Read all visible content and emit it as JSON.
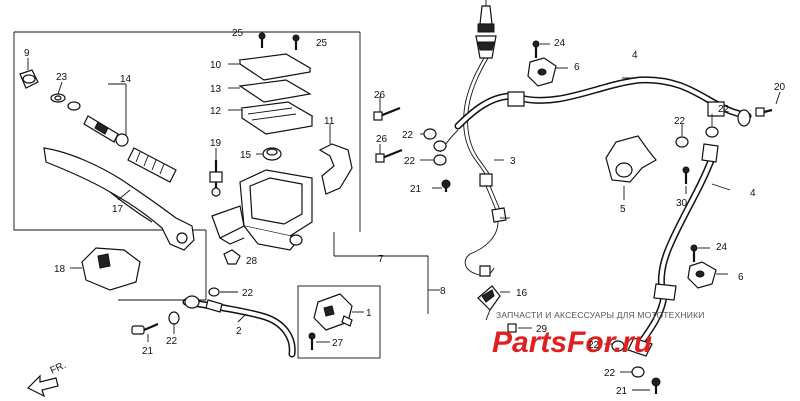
{
  "callouts": {
    "c9": "9",
    "c23": "23",
    "c14": "14",
    "c17": "17",
    "c18": "18",
    "c21a": "21",
    "c22a": "22",
    "c25a": "25",
    "c25b": "25",
    "c10": "10",
    "c13": "13",
    "c12": "12",
    "c19": "19",
    "c15": "15",
    "c11": "11",
    "c28": "28",
    "c7": "7",
    "c8": "8",
    "c22b": "22",
    "c2": "2",
    "c1": "1",
    "c27": "27",
    "c26a": "26",
    "c26b": "26",
    "c22c": "22",
    "c22d": "22",
    "c21b": "21",
    "c3": "3",
    "c24a": "24",
    "c6a": "6",
    "c4a": "4",
    "c20": "20",
    "c22e": "22",
    "c22f": "22",
    "c5": "5",
    "c30": "30",
    "c4b": "4",
    "c24b": "24",
    "c6b": "6",
    "c16": "16",
    "c29": "29",
    "c22g": "22",
    "c22h": "22",
    "c21c": "21"
  },
  "front_marker": "FR.",
  "watermark": {
    "text": "ЗАПЧАСТИ И АКСЕССУАРЫ ДЛЯ МОТОТЕХНИКИ",
    "logo": "PartsFor.ru",
    "color": "#e02020"
  }
}
